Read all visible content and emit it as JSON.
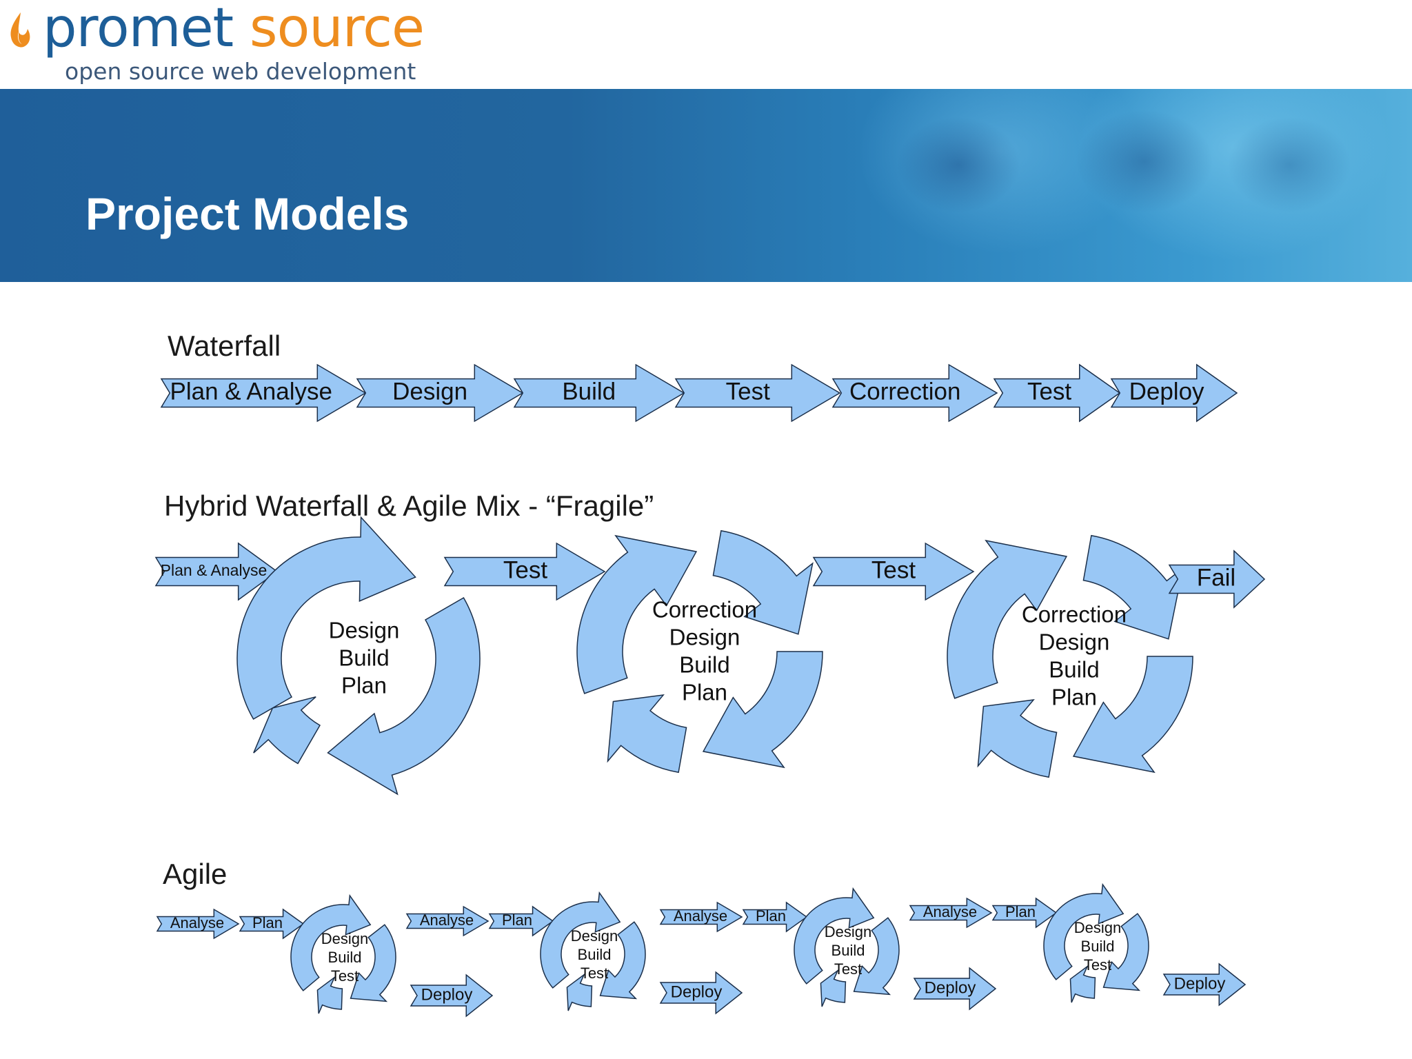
{
  "logo": {
    "brand_part1": "promet",
    "brand_part2": " source",
    "tagline": "open source web development"
  },
  "slide": {
    "title": "Project Models"
  },
  "colors": {
    "shape_fill": "#99c7f5",
    "shape_stroke": "#1b2f4a",
    "banner_dark": "#1f5f9a",
    "banner_light": "#56b0dc",
    "logo_blue": "#1d5e98",
    "logo_orange": "#ee8d1f"
  },
  "waterfall": {
    "title": "Waterfall",
    "steps": [
      "Plan & Analyse",
      "Design",
      "Build",
      "Test",
      "Correction",
      "Test",
      "Deploy"
    ]
  },
  "hybrid": {
    "title": "Hybrid Waterfall & Agile Mix - “Fragile”",
    "entry_label": "Plan & Analyse",
    "cycles": [
      {
        "lines": [
          "Design",
          "Build",
          "Plan"
        ]
      },
      {
        "lines": [
          "Correction",
          "Design",
          "Build",
          "Plan"
        ]
      },
      {
        "lines": [
          "Correction",
          "Design",
          "Build",
          "Plan"
        ]
      }
    ],
    "connectors": [
      "Test",
      "Test"
    ],
    "exit_label": "Fail"
  },
  "agile": {
    "title": "Agile",
    "sprints": [
      {
        "analyse": "Analyse",
        "plan": "Plan",
        "cycle": [
          "Design",
          "Build",
          "Test"
        ],
        "deploy": "Deploy"
      },
      {
        "analyse": "Analyse",
        "plan": "Plan",
        "cycle": [
          "Design",
          "Build",
          "Test"
        ],
        "deploy": "Deploy"
      },
      {
        "analyse": "Analyse",
        "plan": "Plan",
        "cycle": [
          "Design",
          "Build",
          "Test"
        ],
        "deploy": "Deploy"
      },
      {
        "analyse": "Analyse",
        "plan": "Plan",
        "cycle": [
          "Design",
          "Build",
          "Test"
        ],
        "deploy": "Deploy"
      }
    ]
  }
}
